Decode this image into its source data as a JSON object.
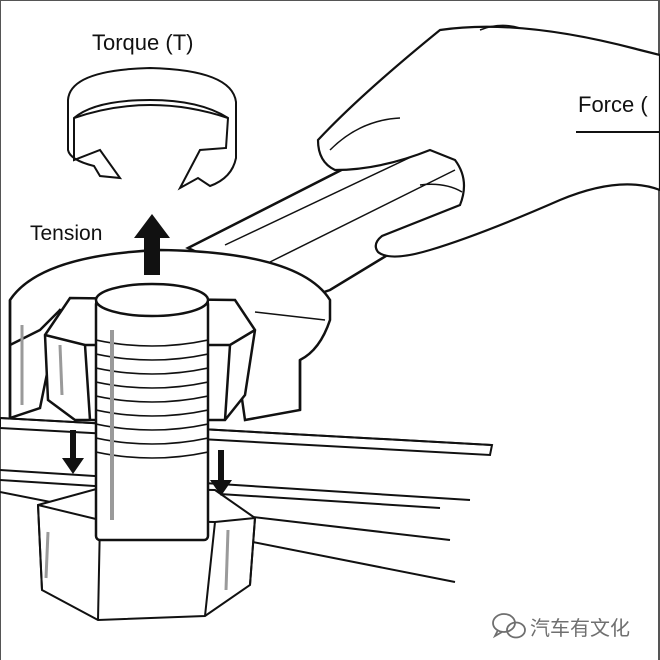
{
  "labels": {
    "torque": "Torque (T)",
    "force": "Force (",
    "tension": "Tension"
  },
  "watermark": {
    "text": "汽车有文化",
    "icon": "wechat-icon"
  },
  "colors": {
    "ink": "#111111",
    "shade": "#9a9a9a",
    "watermark": "#6f6f6f"
  }
}
